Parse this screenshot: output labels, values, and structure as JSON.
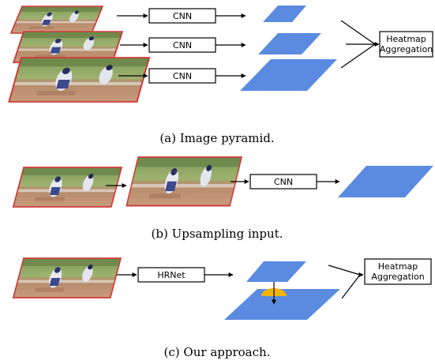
{
  "panels": {
    "a": {
      "cnn_labels": [
        "CNN",
        "CNN",
        "CNN"
      ],
      "aggregation": [
        "Heatmap",
        "Aggregation"
      ],
      "caption": "(a) Image pyramid."
    },
    "b": {
      "cnn_label": "CNN",
      "caption": "(b) Upsampling input."
    },
    "c": {
      "network_label": "HRNet",
      "aggregation": [
        "Heatmap",
        "Aggregation"
      ],
      "caption": "(c) Our approach."
    }
  },
  "colors": {
    "heatmap": "#5b8be0",
    "image_border": "#d23a3a",
    "upsample_dome": "#f3b400",
    "stroke": "#000000"
  },
  "icons": {
    "image_thumbnail": "baseball-slide-photo",
    "arrow": "right-arrow",
    "fan_in": "fan-in-arrows",
    "upsample": "dome-upsample-icon"
  }
}
